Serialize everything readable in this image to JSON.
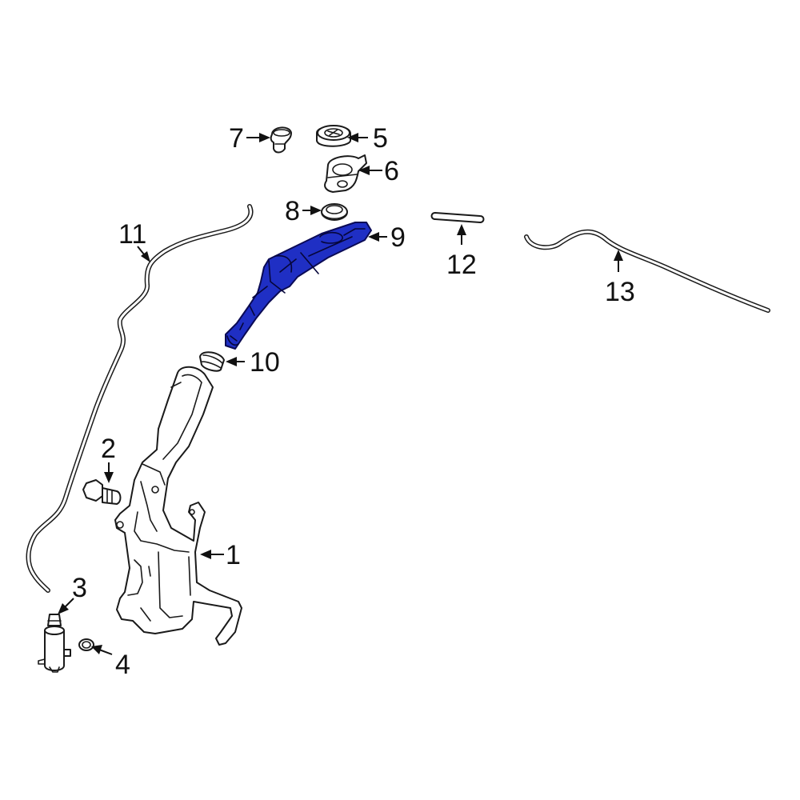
{
  "colors": {
    "highlight": "#1f2fc4",
    "highlight_dark": "#0d1a8a",
    "line": "#1a1a1a",
    "background": "#ffffff"
  },
  "callouts": {
    "c1": "1",
    "c2": "2",
    "c3": "3",
    "c4": "4",
    "c5": "5",
    "c6": "6",
    "c7": "7",
    "c8": "8",
    "c9": "9",
    "c10": "10",
    "c11": "11",
    "c12": "12",
    "c13": "13"
  },
  "highlighted_part": "9"
}
